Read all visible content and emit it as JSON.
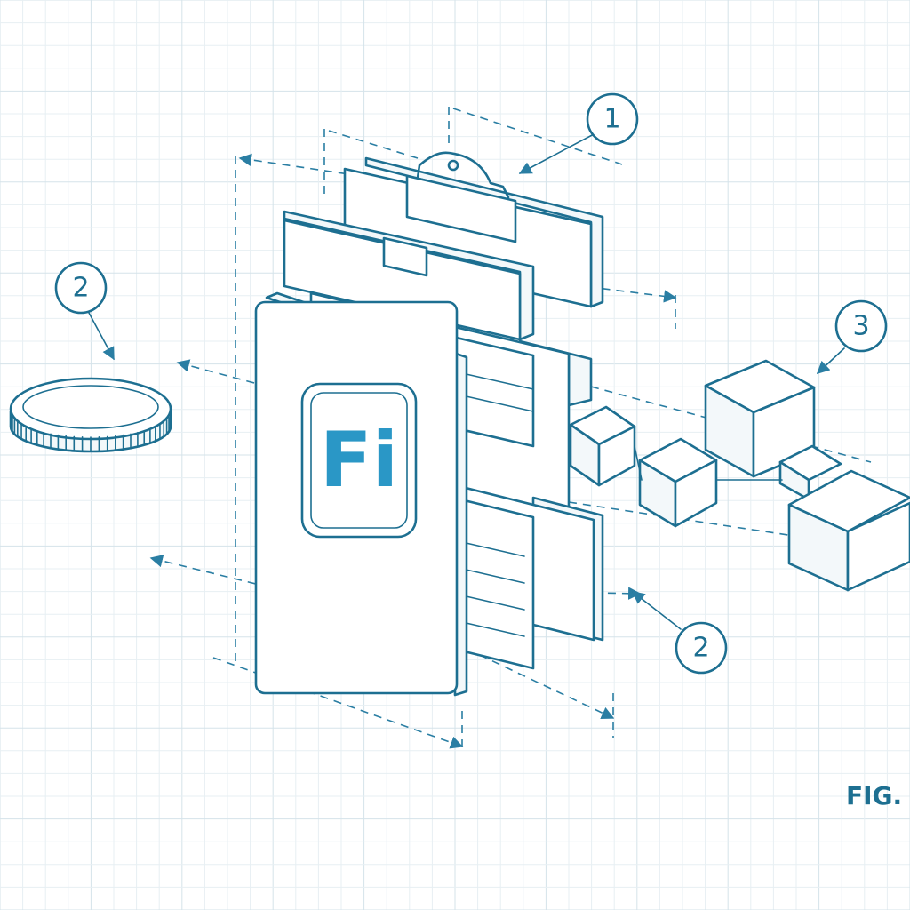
{
  "diagram": {
    "logo_text": "Fi",
    "figure_label": "FIG.",
    "callouts": [
      {
        "id": "callout-1",
        "label": "1"
      },
      {
        "id": "callout-2-left",
        "label": "2"
      },
      {
        "id": "callout-3",
        "label": "3"
      },
      {
        "id": "callout-2-bottom",
        "label": "2"
      }
    ],
    "colors": {
      "ink": "#1d6f91",
      "logo": "#2a97c6",
      "grid": "#e7eff3"
    }
  }
}
